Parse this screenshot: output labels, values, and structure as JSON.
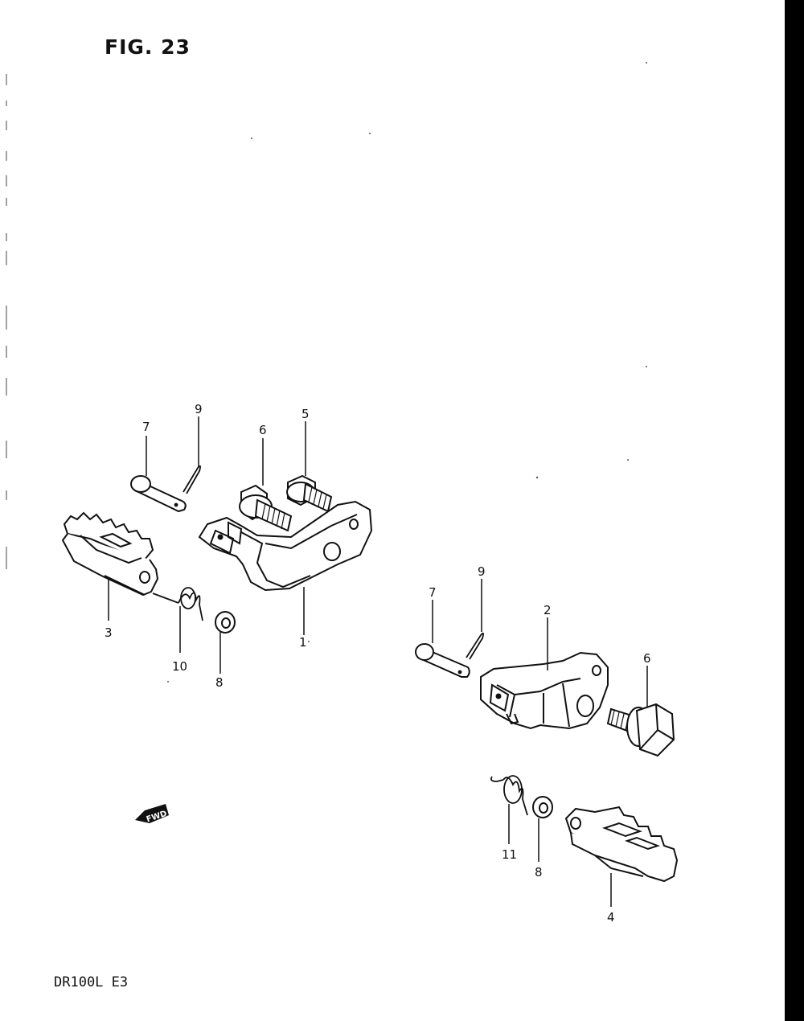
{
  "figure": {
    "title": "FIG. 23"
  },
  "footer": {
    "model": "DR100L E3"
  },
  "fwd_badge": {
    "label": "FWD"
  },
  "callouts": [
    "1",
    "2",
    "3",
    "4",
    "5",
    "6",
    "7",
    "8",
    "9",
    "10",
    "11"
  ],
  "callout_labels": {
    "c1": "1",
    "c2": "2",
    "c3": "3",
    "c4": "4",
    "c5": "5",
    "c6_left": "6",
    "c6_right": "6",
    "c7_left": "7",
    "c7_right": "7",
    "c8_left": "8",
    "c8_right": "8",
    "c9_left": "9",
    "c9_right": "9",
    "c10": "10",
    "c11": "11"
  }
}
